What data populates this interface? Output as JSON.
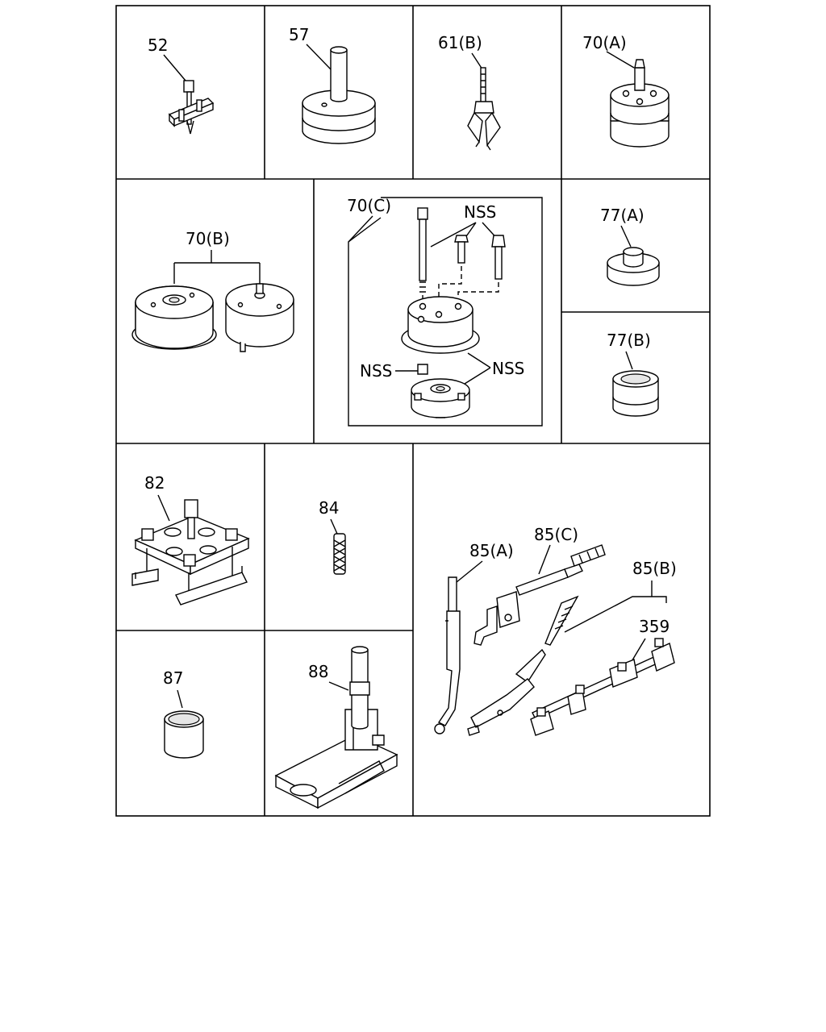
{
  "labels": {
    "t52": "52",
    "t57": "57",
    "t61b": "61(B)",
    "t70a": "70(A)",
    "t70b": "70(B)",
    "t70c": "70(C)",
    "t77a": "77(A)",
    "t77b": "77(B)",
    "t82": "82",
    "t84": "84",
    "t85a": "85(A)",
    "t85c": "85(C)",
    "t85b": "85(B)",
    "t359": "359",
    "t87": "87",
    "t88": "88",
    "nss": "NSS"
  }
}
